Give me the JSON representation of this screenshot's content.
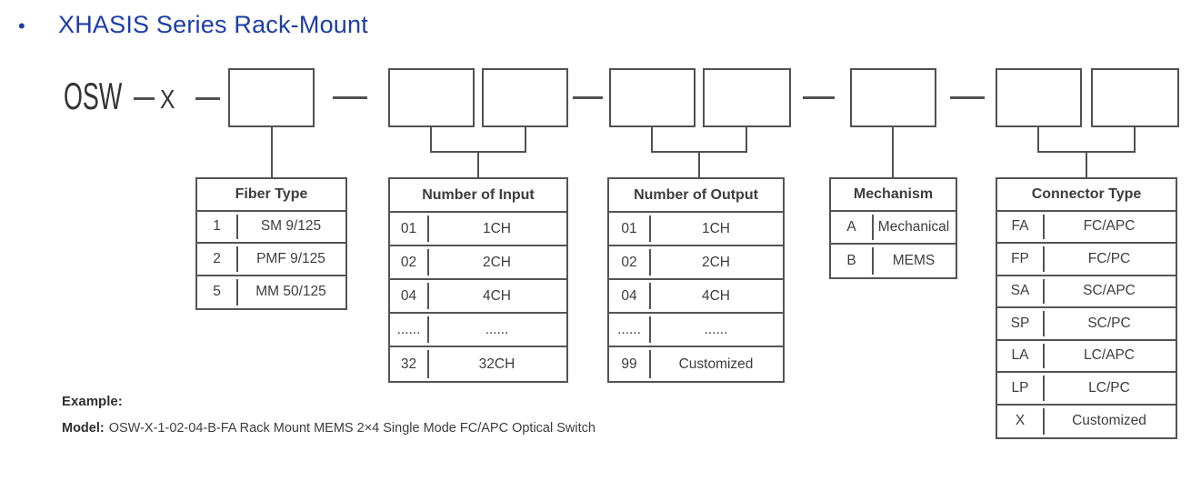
{
  "title": {
    "bullet_icon": "•",
    "text": "XHASIS Series Rack-Mount"
  },
  "model_code": {
    "prefix": "OSW",
    "series": "X"
  },
  "groups": [
    {
      "name": "Fiber Type",
      "box_count": 1,
      "table": {
        "header": "Fiber Type",
        "rows": [
          [
            "1",
            "SM 9/125"
          ],
          [
            "2",
            "PMF 9/125"
          ],
          [
            "5",
            "MM 50/125"
          ]
        ]
      }
    },
    {
      "name": "Number of Input",
      "box_count": 2,
      "table": {
        "header": "Number of Input",
        "rows": [
          [
            "01",
            "1CH"
          ],
          [
            "02",
            "2CH"
          ],
          [
            "04",
            "4CH"
          ],
          [
            "......",
            "......"
          ],
          [
            "32",
            "32CH"
          ]
        ]
      }
    },
    {
      "name": "Number of Output",
      "box_count": 2,
      "table": {
        "header": "Number of Output",
        "rows": [
          [
            "01",
            "1CH"
          ],
          [
            "02",
            "2CH"
          ],
          [
            "04",
            "4CH"
          ],
          [
            "......",
            "......"
          ],
          [
            "99",
            "Customized"
          ]
        ]
      }
    },
    {
      "name": "Mechanism",
      "box_count": 1,
      "table": {
        "header": "Mechanism",
        "rows": [
          [
            "A",
            "Mechanical"
          ],
          [
            "B",
            "MEMS"
          ]
        ]
      }
    },
    {
      "name": "Connector Type",
      "box_count": 2,
      "table": {
        "header": "Connector Type",
        "rows": [
          [
            "FA",
            "FC/APC"
          ],
          [
            "FP",
            "FC/PC"
          ],
          [
            "SA",
            "SC/APC"
          ],
          [
            "SP",
            "SC/PC"
          ],
          [
            "LA",
            "LC/APC"
          ],
          [
            "LP",
            "LC/PC"
          ],
          [
            "X",
            "Customized"
          ]
        ]
      }
    }
  ],
  "example": {
    "label": "Example:",
    "model_label": "Model:",
    "model_value": "OSW-X-1-02-04-B-FA Rack Mount MEMS 2×4 Single Mode FC/APC Optical Switch"
  },
  "colors": {
    "accent_blue": "#1c3ea8",
    "line_gray": "#515151",
    "text_dark": "#3d3d3d"
  }
}
